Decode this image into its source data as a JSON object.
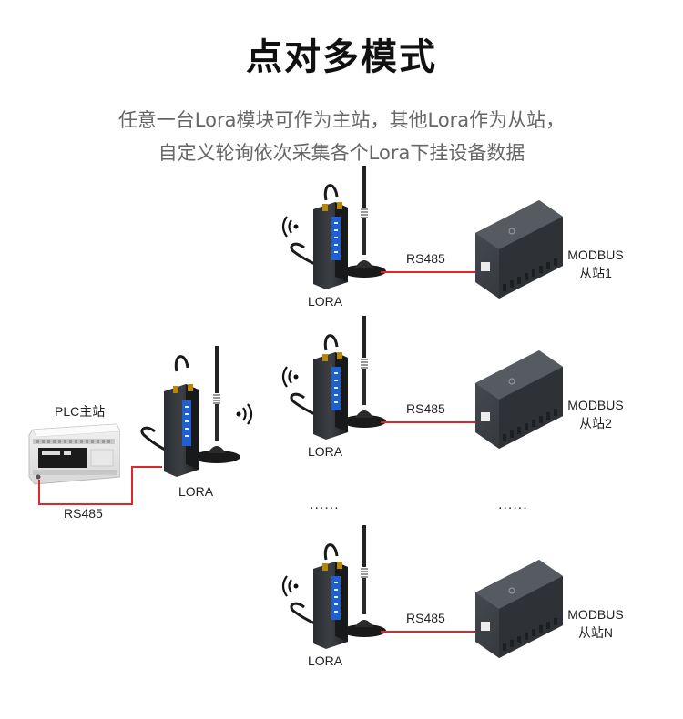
{
  "title": "点对多模式",
  "subtitle": [
    "任意一台Lora模块可作为主站，其他Lora作为从站，",
    "自定义轮询依次采集各个Lora下挂设备数据"
  ],
  "master": {
    "plc_label": "PLC主站",
    "rs485_label": "RS485",
    "lora_label": "LORA"
  },
  "slaves": [
    {
      "lora_label": "LORA",
      "rs485_label": "RS485",
      "modbus_label": "MODBUS",
      "station_label": "从站1"
    },
    {
      "lora_label": "LORA",
      "rs485_label": "RS485",
      "modbus_label": "MODBUS",
      "station_label": "从站2"
    },
    {
      "lora_label": "LORA",
      "rs485_label": "RS485",
      "modbus_label": "MODBUS",
      "station_label": "从站N"
    }
  ],
  "ellipsis": [
    "......",
    "......"
  ],
  "colors": {
    "wire": "#e0262a",
    "title": "#111111",
    "subtitle": "#666666"
  }
}
